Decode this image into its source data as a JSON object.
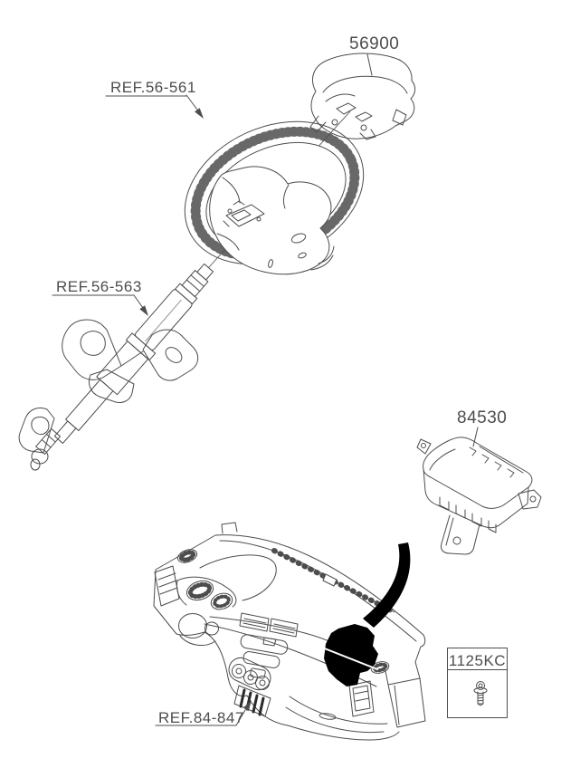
{
  "figure": {
    "type": "parts-diagram",
    "subject": "airbag-and-crash-pad-assembly",
    "colors": {
      "background": "#ffffff",
      "line": "#4d4d4d",
      "text": "#4d4d4d",
      "highlight_fill": "#000000"
    },
    "callouts": {
      "driver_airbag_module": "56900",
      "steering_wheel_ref": "REF.56-561",
      "steering_column_ref": "REF.56-563",
      "passenger_airbag_module": "84530",
      "crash_pad_ref": "REF.84-847"
    },
    "legend_box": {
      "code": "1125KC",
      "icon": "bolt-icon"
    }
  }
}
